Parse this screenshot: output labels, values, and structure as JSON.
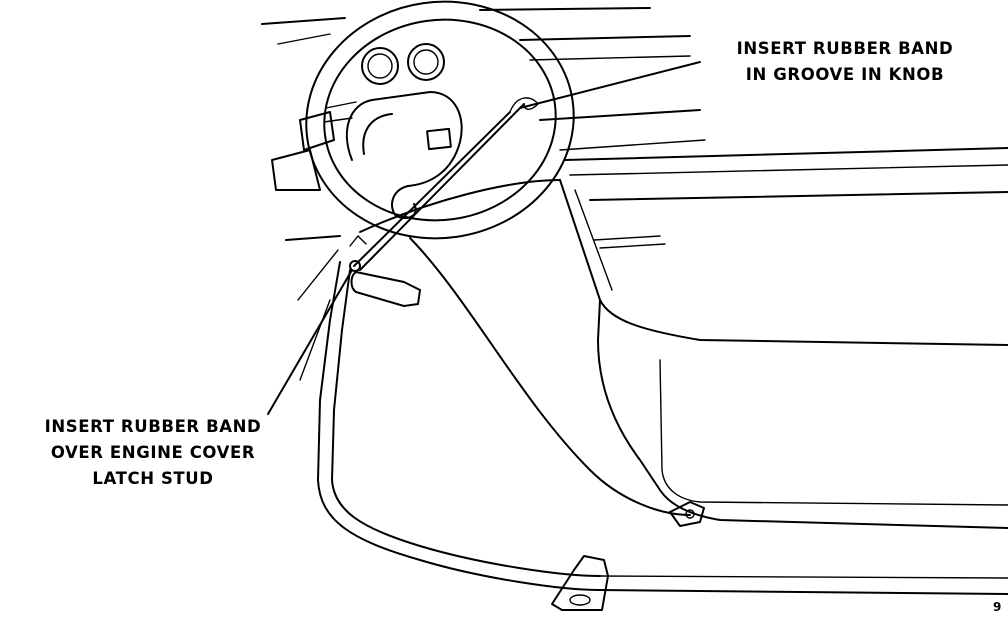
{
  "callouts": {
    "knob": {
      "line1": "INSERT RUBBER BAND",
      "line2": "IN GROOVE IN KNOB"
    },
    "stud": {
      "line1": "INSERT RUBBER BAND",
      "line2": "OVER ENGINE COVER",
      "line3": "LATCH STUD"
    }
  },
  "figure_number": "9"
}
